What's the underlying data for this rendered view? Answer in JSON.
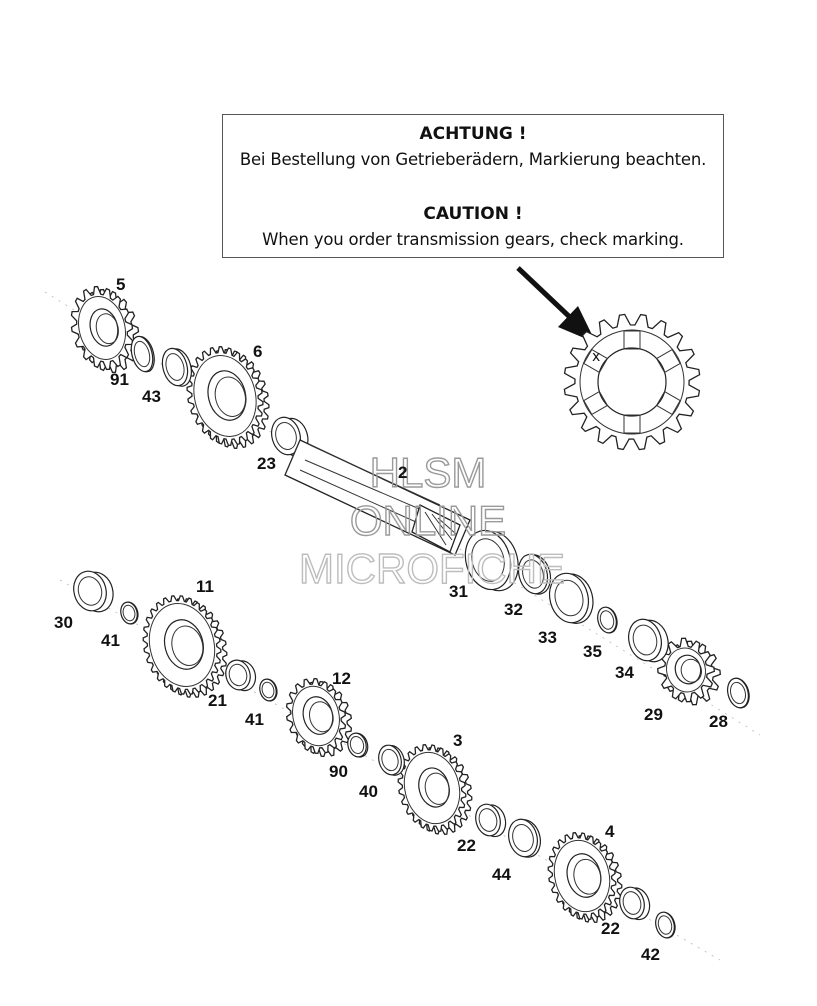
{
  "notice": {
    "heading_de": "ACHTUNG !",
    "text_de": "Bei Bestellung von Getrieberädern, Markierung beachten.",
    "heading_en": "CAUTION !",
    "text_en": "When you order transmission gears, check marking."
  },
  "watermark": {
    "line1": "HLSM",
    "line2": "ONLINE",
    "line3": "MICROFICHE"
  },
  "detail": {
    "marking": "x"
  },
  "parts": [
    {
      "id": "p5",
      "number": "5"
    },
    {
      "id": "p91",
      "number": "91"
    },
    {
      "id": "p43",
      "number": "43"
    },
    {
      "id": "p6",
      "number": "6"
    },
    {
      "id": "p23",
      "number": "23"
    },
    {
      "id": "p2",
      "number": "2"
    },
    {
      "id": "p31",
      "number": "31"
    },
    {
      "id": "p32",
      "number": "32"
    },
    {
      "id": "p33",
      "number": "33"
    },
    {
      "id": "p35",
      "number": "35"
    },
    {
      "id": "p34",
      "number": "34"
    },
    {
      "id": "p29",
      "number": "29"
    },
    {
      "id": "p28",
      "number": "28"
    },
    {
      "id": "p30",
      "number": "30"
    },
    {
      "id": "p41a",
      "number": "41"
    },
    {
      "id": "p11",
      "number": "11"
    },
    {
      "id": "p21",
      "number": "21"
    },
    {
      "id": "p41b",
      "number": "41"
    },
    {
      "id": "p12",
      "number": "12"
    },
    {
      "id": "p90",
      "number": "90"
    },
    {
      "id": "p40",
      "number": "40"
    },
    {
      "id": "p3",
      "number": "3"
    },
    {
      "id": "p22a",
      "number": "22"
    },
    {
      "id": "p44",
      "number": "44"
    },
    {
      "id": "p4",
      "number": "4"
    },
    {
      "id": "p22b",
      "number": "22"
    },
    {
      "id": "p42",
      "number": "42"
    }
  ]
}
